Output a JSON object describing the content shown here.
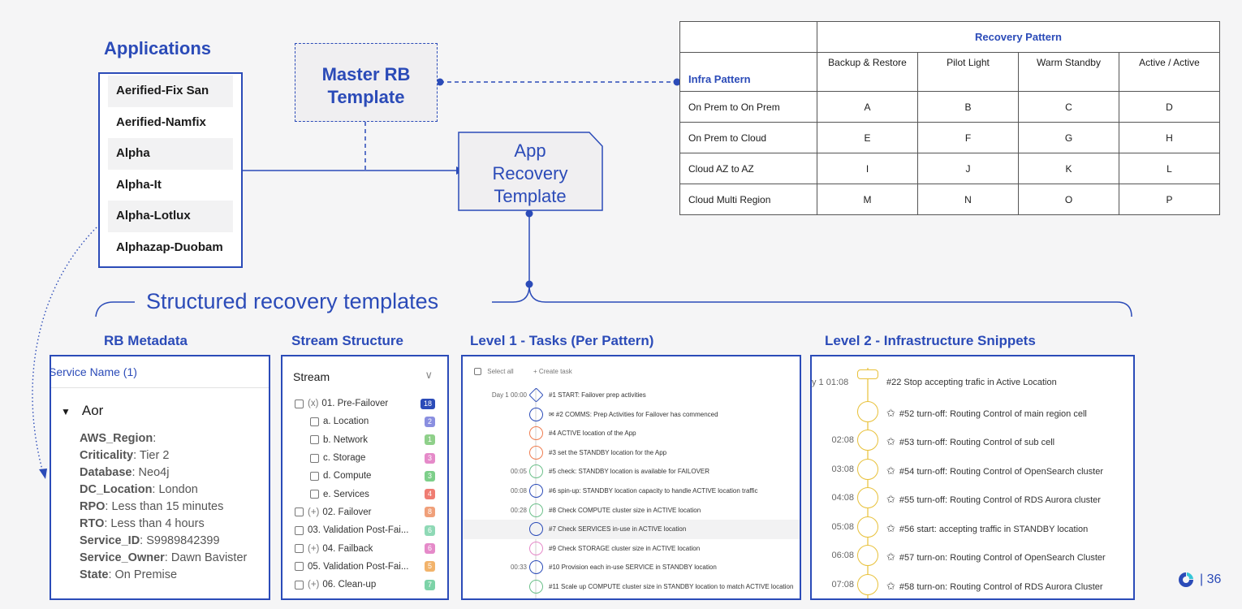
{
  "applications": {
    "title": "Applications",
    "items": [
      "Aerified-Fix San",
      "Aerified-Namfix",
      "Alpha",
      "Alpha-It",
      "Alpha-Lotlux",
      "Alphazap-Duobam"
    ]
  },
  "master_template": {
    "line1": "Master RB",
    "line2": "Template"
  },
  "app_template": {
    "line1": "App",
    "line2": "Recovery",
    "line3": "Template"
  },
  "recovery_table": {
    "header": "Recovery Pattern",
    "infra_label": "Infra Pattern",
    "columns": [
      "Backup & Restore",
      "Pilot Light",
      "Warm Standby",
      "Active / Active"
    ],
    "rows": [
      {
        "label": "On Prem to On Prem",
        "cells": [
          "A",
          "B",
          "C",
          "D"
        ]
      },
      {
        "label": "On Prem to Cloud",
        "cells": [
          "E",
          "F",
          "G",
          "H"
        ]
      },
      {
        "label": "Cloud AZ to AZ",
        "cells": [
          "I",
          "J",
          "K",
          "L"
        ]
      },
      {
        "label": "Cloud Multi Region",
        "cells": [
          "M",
          "N",
          "O",
          "P"
        ]
      }
    ]
  },
  "structured_title": "Structured recovery templates",
  "rb_metadata": {
    "title": "RB Metadata",
    "header": "Service Name (1)",
    "name": "Aor",
    "fields": [
      {
        "key": "AWS_Region",
        "value": ""
      },
      {
        "key": "Criticality",
        "value": " Tier 2"
      },
      {
        "key": "Database",
        "value": " Neo4j"
      },
      {
        "key": "DC_Location",
        "value": " London"
      },
      {
        "key": "RPO",
        "value": " Less than 15 minutes"
      },
      {
        "key": "RTO",
        "value": " Less than 4 hours"
      },
      {
        "key": "Service_ID",
        "value": " S9989842399"
      },
      {
        "key": "Service_Owner",
        "value": " Dawn Bavister"
      },
      {
        "key": "State",
        "value": " On Premise"
      }
    ]
  },
  "stream_structure": {
    "title": "Stream Structure",
    "header": "Stream",
    "rows": [
      {
        "prefix": "(x)",
        "label": "01. Pre-Failover",
        "count": "18",
        "color": "#2b4bb8",
        "indent": 0
      },
      {
        "prefix": "",
        "label": "a. Location",
        "count": "2",
        "color": "#8a8fe0",
        "indent": 1
      },
      {
        "prefix": "",
        "label": "b. Network",
        "count": "1",
        "color": "#8fd08a",
        "indent": 1
      },
      {
        "prefix": "",
        "label": "c. Storage",
        "count": "3",
        "color": "#e58ac9",
        "indent": 1
      },
      {
        "prefix": "",
        "label": "d. Compute",
        "count": "3",
        "color": "#7dcf8a",
        "indent": 1
      },
      {
        "prefix": "",
        "label": "e. Services",
        "count": "4",
        "color": "#ef7d73",
        "indent": 1
      },
      {
        "prefix": "(+)",
        "label": "02. Failover",
        "count": "8",
        "color": "#f0a07a",
        "indent": 0
      },
      {
        "prefix": "",
        "label": "03. Validation Post-Fai...",
        "count": "6",
        "color": "#8fd9b6",
        "indent": 0
      },
      {
        "prefix": "(+)",
        "label": "04. Failback",
        "count": "6",
        "color": "#e58ac9",
        "indent": 0
      },
      {
        "prefix": "",
        "label": "05. Validation Post-Fai...",
        "count": "5",
        "color": "#f2b36b",
        "indent": 0
      },
      {
        "prefix": "(+)",
        "label": "06. Clean-up",
        "count": "7",
        "color": "#7dd3a8",
        "indent": 0
      }
    ]
  },
  "tasks": {
    "title": "Level 1 - Tasks (Per Pattern)",
    "select_all": "Select all",
    "create_task": "+ Create task",
    "rows": [
      {
        "time": "Day 1 00:00",
        "text": "#1 START: Failover prep activities",
        "color": "#2b4bb8"
      },
      {
        "time": "",
        "text": "✉ #2 COMMS: Prep Activities for Failover has commenced",
        "color": "#2b4bb8"
      },
      {
        "time": "",
        "text": "#4 ACTIVE location of the App",
        "color": "#ef7d50"
      },
      {
        "time": "",
        "text": "#3 set the STANDBY location for the App",
        "color": "#ef7d50"
      },
      {
        "time": "00:05",
        "text": "#5 check: STANDBY location is available for FAILOVER",
        "color": "#6cc08a"
      },
      {
        "time": "00:08",
        "text": "#6 spin-up: STANDBY location capacity to handle ACTIVE location traffic",
        "color": "#2b4bb8"
      },
      {
        "time": "00:28",
        "text": "#8 Check COMPUTE cluster size in ACTIVE location",
        "color": "#6cc08a"
      },
      {
        "time": "",
        "text": "#7 Check SERVICES in-use in ACTIVE location",
        "color": "#2b4bb8"
      },
      {
        "time": "",
        "text": "#9 Check STORAGE cluster size in ACTIVE location",
        "color": "#e58ac9"
      },
      {
        "time": "00:33",
        "text": "#10 Provision each in-use SERVICE in STANDBY location",
        "color": "#2b4bb8"
      },
      {
        "time": "",
        "text": "#11 Scale up COMPUTE cluster size in STANDBY location to match ACTIVE location",
        "color": "#6cc08a"
      }
    ]
  },
  "snippets": {
    "title": "Level 2 - Infrastructure Snippets",
    "rows": [
      {
        "time": "y 1 01:08",
        "text": "#22 Stop accepting trafic in Active Location"
      },
      {
        "time": "",
        "text": "#52 turn-off: Routing Control of main region cell"
      },
      {
        "time": "02:08",
        "text": "#53 turn-off: Routing Control of sub cell"
      },
      {
        "time": "03:08",
        "text": "#54 turn-off: Routing Control of OpenSearch cluster"
      },
      {
        "time": "04:08",
        "text": "#55 turn-off: Routing Control of RDS Aurora cluster"
      },
      {
        "time": "05:08",
        "text": "#56 start: accepting traffic in STANDBY location"
      },
      {
        "time": "06:08",
        "text": "#57 turn-on: Routing Control of OpenSearch Cluster"
      },
      {
        "time": "07:08",
        "text": "#58 turn-on: Routing Control of RDS Aurora Cluster"
      }
    ]
  },
  "page_number": "| 36"
}
